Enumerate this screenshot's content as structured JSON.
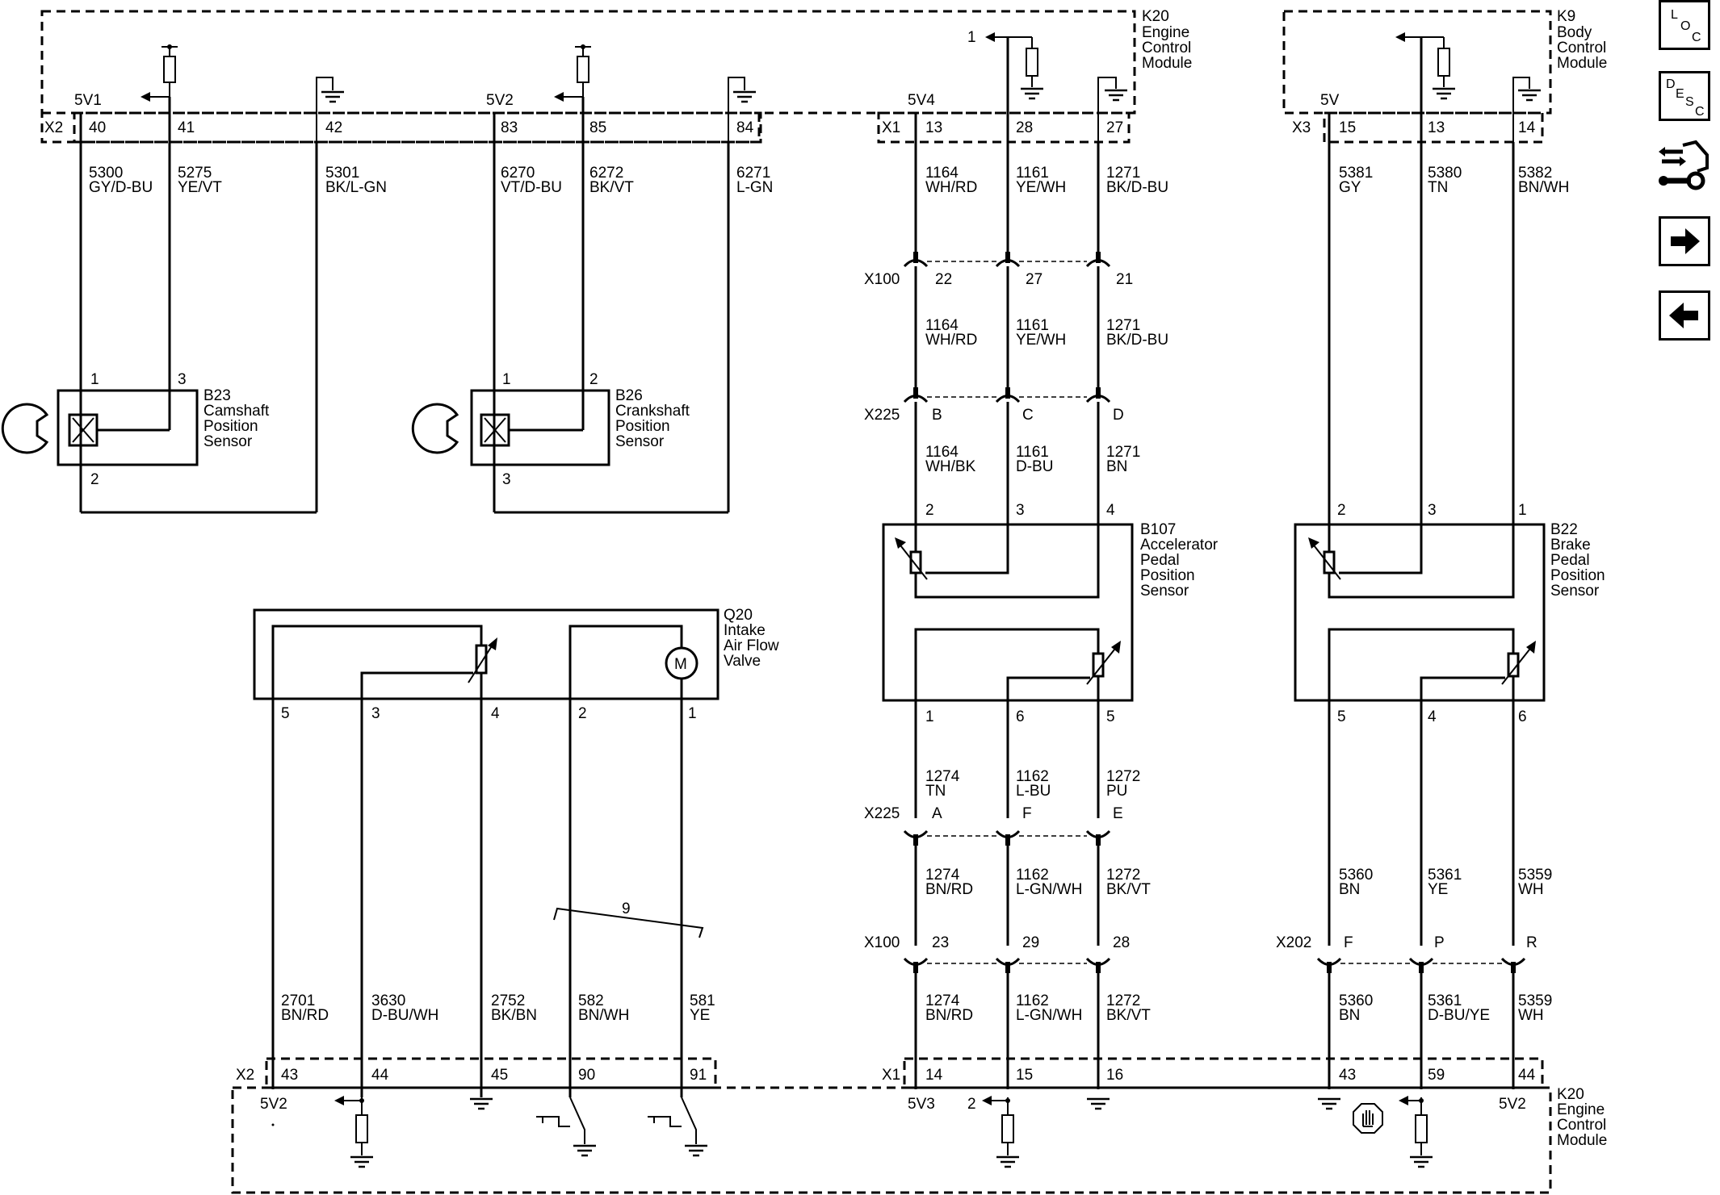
{
  "modules": {
    "k20_top": {
      "ref": "K20",
      "l1": "Engine",
      "l2": "Control",
      "l3": "Module"
    },
    "k9": {
      "ref": "K9",
      "l1": "Body",
      "l2": "Control",
      "l3": "Module"
    },
    "k20_bottom": {
      "ref": "K20",
      "l1": "Engine",
      "l2": "Control",
      "l3": "Module"
    }
  },
  "connectors": {
    "x2_top": "X2",
    "x1_top": "X1",
    "x3_top": "X3",
    "x2_bottom": "X2",
    "x1_bottom": "X1",
    "x100": "X100",
    "x225": "X225",
    "x100_b": "X100",
    "x225_b": "X225",
    "x202": "X202"
  },
  "refs": {
    "v5v1": "5V1",
    "v5v2_top": "5V2",
    "v5v4": "5V4",
    "v5v": "5V",
    "v5v2_bl": "5V2",
    "v5v3": "5V3",
    "v5v2_br": "5V2",
    "out1": "1",
    "out2": "2"
  },
  "pins": {
    "p40": "40",
    "p41": "41",
    "p42": "42",
    "p83": "83",
    "p85": "85",
    "p84": "84",
    "p13a": "13",
    "p28": "28",
    "p27a": "27",
    "p15a": "15",
    "p13b": "13",
    "p14a": "14",
    "x100_22": "22",
    "x100_27": "27",
    "x100_21": "21",
    "x225_b": "B",
    "x225_c": "C",
    "x225_d": "D",
    "b107_2": "2",
    "b107_3": "3",
    "b107_4": "4",
    "b107_1": "1",
    "b107_6": "6",
    "b107_5": "5",
    "b22_2": "2",
    "b22_3": "3",
    "b22_1": "1",
    "b22_5": "5",
    "b22_4": "4",
    "b22_6": "6",
    "x225_a": "A",
    "x225_f": "F",
    "x225_e": "E",
    "x100_23": "23",
    "x100_29": "29",
    "x100_28": "28",
    "x202_f": "F",
    "x202_p": "P",
    "x202_r": "R",
    "b23_1": "1",
    "b23_3": "3",
    "b23_2": "2",
    "b26_1": "1",
    "b26_2": "2",
    "b26_3": "3",
    "q20_5": "5",
    "q20_3": "3",
    "q20_4": "4",
    "q20_2": "2",
    "q20_1": "1",
    "p43a": "43",
    "p44a": "44",
    "p45": "45",
    "p90": "90",
    "p91": "91",
    "p14b": "14",
    "p15b": "15",
    "p16": "16",
    "p43b": "43",
    "p59": "59",
    "p44b": "44"
  },
  "wires": {
    "w5300": {
      "c": "5300",
      "col": "GY/D-BU"
    },
    "w5275": {
      "c": "5275",
      "col": "YE/VT"
    },
    "w5301": {
      "c": "5301",
      "col": "BK/L-GN"
    },
    "w6270": {
      "c": "6270",
      "col": "VT/D-BU"
    },
    "w6272": {
      "c": "6272",
      "col": "BK/VT"
    },
    "w6271": {
      "c": "6271",
      "col": "L-GN"
    },
    "w1164a": {
      "c": "1164",
      "col": "WH/RD"
    },
    "w1161a": {
      "c": "1161",
      "col": "YE/WH"
    },
    "w1271a": {
      "c": "1271",
      "col": "BK/D-BU"
    },
    "w1164b": {
      "c": "1164",
      "col": "WH/RD"
    },
    "w1161b": {
      "c": "1161",
      "col": "YE/WH"
    },
    "w1271b": {
      "c": "1271",
      "col": "BK/D-BU"
    },
    "w1164c": {
      "c": "1164",
      "col": "WH/BK"
    },
    "w1161c": {
      "c": "1161",
      "col": "D-BU"
    },
    "w1271c": {
      "c": "1271",
      "col": "BN"
    },
    "w5381": {
      "c": "5381",
      "col": "GY"
    },
    "w5380": {
      "c": "5380",
      "col": "TN"
    },
    "w5382": {
      "c": "5382",
      "col": "BN/WH"
    },
    "w1274a": {
      "c": "1274",
      "col": "TN"
    },
    "w1162a": {
      "c": "1162",
      "col": "L-BU"
    },
    "w1272a": {
      "c": "1272",
      "col": "PU"
    },
    "w1274b": {
      "c": "1274",
      "col": "BN/RD"
    },
    "w1162b": {
      "c": "1162",
      "col": "L-GN/WH"
    },
    "w1272b": {
      "c": "1272",
      "col": "BK/VT"
    },
    "w1274c": {
      "c": "1274",
      "col": "BN/RD"
    },
    "w1162c": {
      "c": "1162",
      "col": "L-GN/WH"
    },
    "w1272c": {
      "c": "1272",
      "col": "BK/VT"
    },
    "w5360a": {
      "c": "5360",
      "col": "BN"
    },
    "w5361a": {
      "c": "5361",
      "col": "YE"
    },
    "w5359a": {
      "c": "5359",
      "col": "WH"
    },
    "w5360b": {
      "c": "5360",
      "col": "BN"
    },
    "w5361b": {
      "c": "5361",
      "col": "D-BU/YE"
    },
    "w5359b": {
      "c": "5359",
      "col": "WH"
    },
    "w2701": {
      "c": "2701",
      "col": "BN/RD"
    },
    "w3630": {
      "c": "3630",
      "col": "D-BU/WH"
    },
    "w2752": {
      "c": "2752",
      "col": "BK/BN"
    },
    "w582": {
      "c": "582",
      "col": "BN/WH"
    },
    "w581": {
      "c": "581",
      "col": "YE"
    }
  },
  "twist_label": "9",
  "components": {
    "b23": {
      "ref": "B23",
      "l1": "Camshaft",
      "l2": "Position",
      "l3": "Sensor"
    },
    "b26": {
      "ref": "B26",
      "l1": "Crankshaft",
      "l2": "Position",
      "l3": "Sensor"
    },
    "b107": {
      "ref": "B107",
      "l1": "Accelerator",
      "l2": "Pedal",
      "l3": "Position",
      "l4": "Sensor"
    },
    "b22": {
      "ref": "B22",
      "l1": "Brake",
      "l2": "Pedal",
      "l3": "Position",
      "l4": "Sensor"
    },
    "q20": {
      "ref": "Q20",
      "l1": "Intake",
      "l2": "Air Flow",
      "l3": "Valve",
      "motor": "M"
    }
  },
  "side_buttons": {
    "loc": {
      "a": "L",
      "b": "O",
      "c": "C"
    },
    "desc": {
      "a": "D",
      "b": "E",
      "c": "S",
      "d": "C"
    }
  }
}
